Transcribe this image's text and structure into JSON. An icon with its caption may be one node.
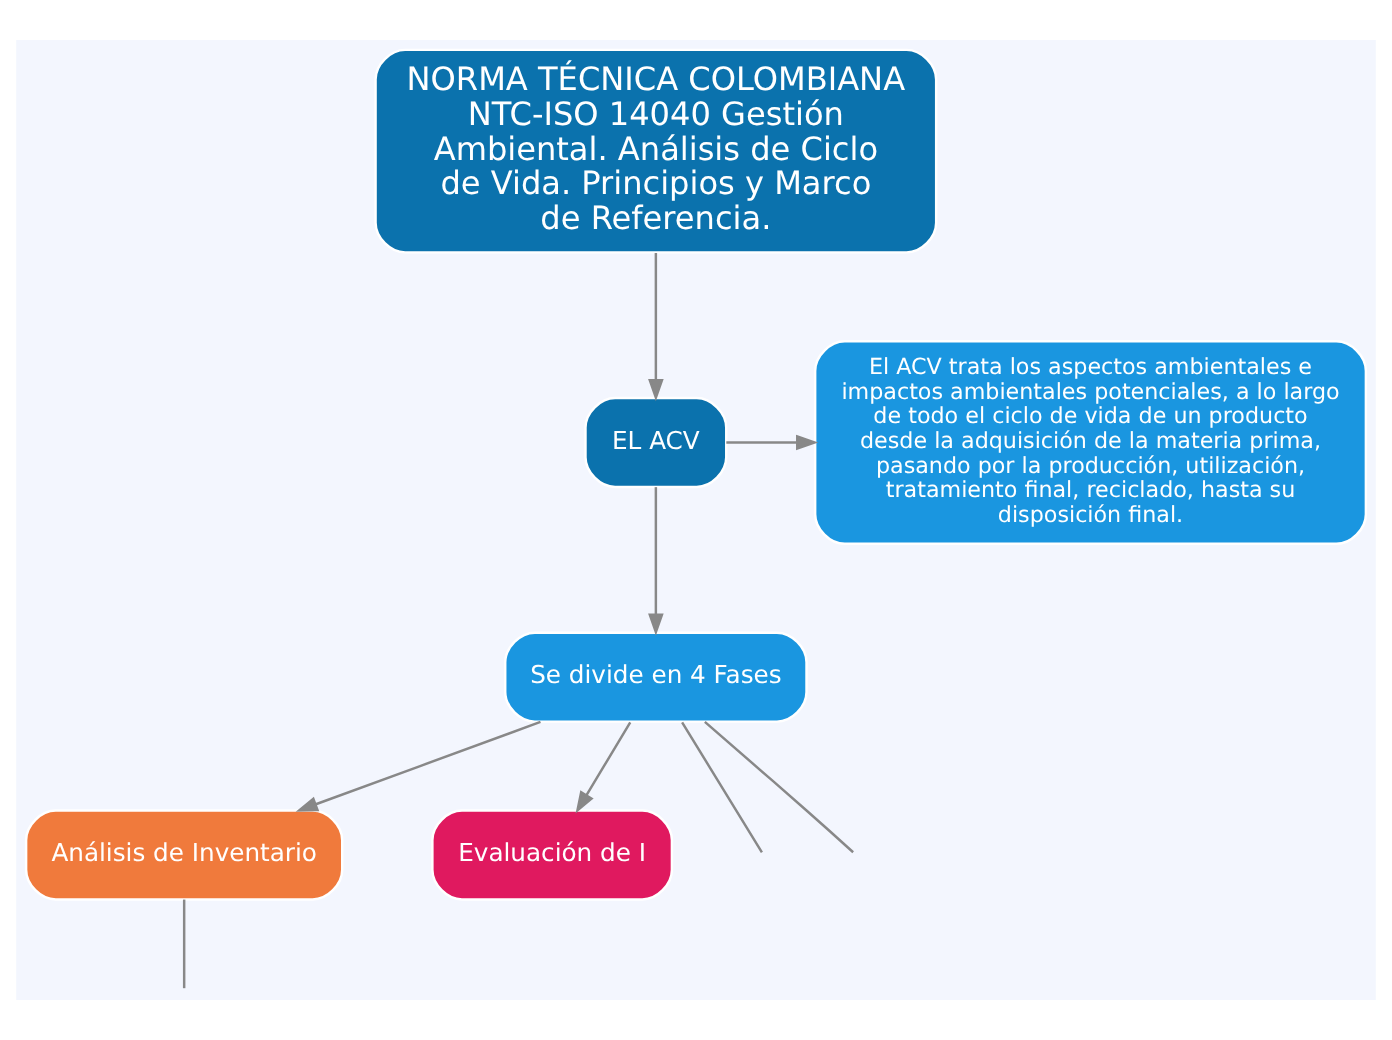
{
  "diagram": {
    "nodes": [
      {
        "text": [
          "NORMA TÉCNICA COLOMBIANA NTC-ISO 14040 Gestión Ambiental. Análisis de Ciclo de Vida. Principios y Marco de Referencia."
        ]
      },
      {
        "text": [
          "EL ACV"
        ]
      },
      {
        "text": [
          "El ACV trata los aspectos ambientales e impactos ambientales potenciales, a lo largo de todo el ciclo de vida de un producto desde la adquisición de la materia prima, pasando por la producción, utilización, tratamiento final, reciclado, hasta su disposición final."
        ]
      },
      {
        "text": [
          "Se divide en 4 Fases"
        ]
      },
      {
        "text": [
          "Análisis de Inventario"
        ]
      },
      {
        "text": [
          "Evaluación de I"
        ]
      }
    ],
    "edges": [
      {
        "from": 0,
        "to": 1,
        "arrow": "to"
      },
      {
        "from": 1,
        "to": 2,
        "arrow": "to"
      },
      {
        "from": 1,
        "to": 3,
        "arrow": "to"
      },
      {
        "from": 3,
        "to": null,
        "arrow": "none"
      },
      {
        "from": 3,
        "to": 4,
        "arrow": "to"
      },
      {
        "from": 3,
        "to": 5,
        "arrow": "to"
      },
      {
        "from": 3,
        "to": null,
        "arrow": "none"
      },
      {
        "from": 4,
        "to": null,
        "arrow": "none"
      }
    ]
  }
}
